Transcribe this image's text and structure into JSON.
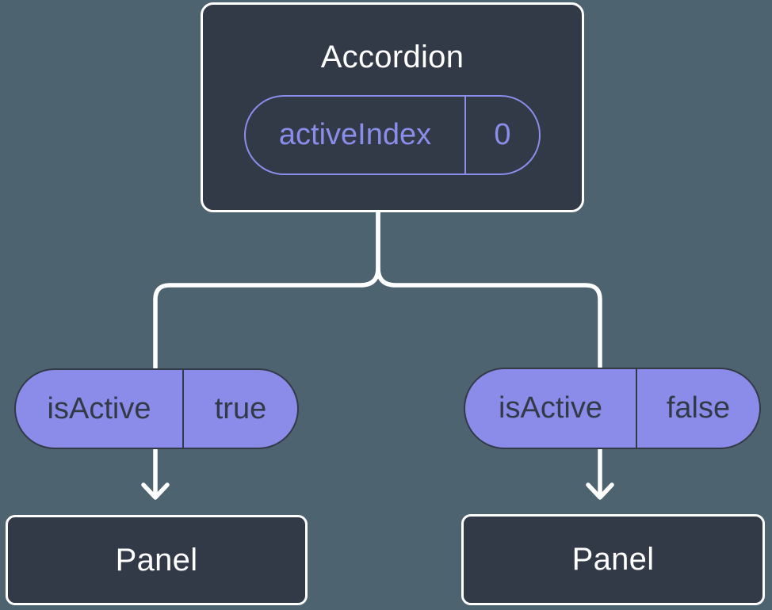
{
  "colors": {
    "background": "#4d6470",
    "node_fill": "#333a47",
    "node_border": "#ffffff",
    "accent_purple": "#8a8de9",
    "pill_fill": "#8b8cea",
    "dark_text": "#333a47",
    "connector": "#ffffff"
  },
  "root_node": {
    "title": "Accordion",
    "prop": {
      "name": "activeIndex",
      "value": "0"
    }
  },
  "branches": [
    {
      "state_name": "isActive",
      "state_value": "true",
      "panel_label": "Panel"
    },
    {
      "state_name": "isActive",
      "state_value": "false",
      "panel_label": "Panel"
    }
  ]
}
